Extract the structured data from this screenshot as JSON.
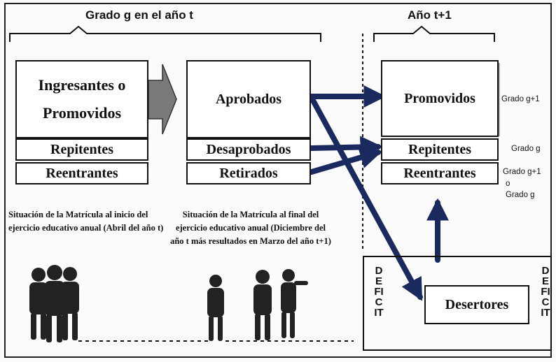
{
  "headers": {
    "year_t": "Grado g en el año t",
    "year_t1": "Año t+1"
  },
  "stage_start": {
    "ingresantes": "Ingresantes o Promovidos",
    "repitentes": "Repitentes",
    "reentrantes": "Reentrantes"
  },
  "stage_end": {
    "aprobados": "Aprobados",
    "desaprobados": "Desaprobados",
    "retirados": "Retirados"
  },
  "stage_next": {
    "promovidos": "Promovidos",
    "repitentes": "Repitentes",
    "reentrantes": "Reentrantes"
  },
  "dropouts": {
    "desertores": "Desertores",
    "deficit_left": "DEFICIT",
    "deficit_right": "DEFICIT"
  },
  "grade_labels": {
    "promovidos": "Grado g+1",
    "repitentes": "Grado g",
    "reentrantes_line1": "Grado g+1",
    "reentrantes_line2": "o",
    "reentrantes_line3": "Grado g"
  },
  "captions": {
    "start": "Situación de la Matrícula al inicio del ejercicio educativo anual (Abril del año t)",
    "end": "Situación de la Matrícula al final del ejercicio educativo anual (Diciembre del año t más resultados en Marzo del año t+1)"
  },
  "colors": {
    "arrow": "#1a2a5e",
    "block_arrow": "#7a7a7a",
    "ink": "#111111"
  }
}
